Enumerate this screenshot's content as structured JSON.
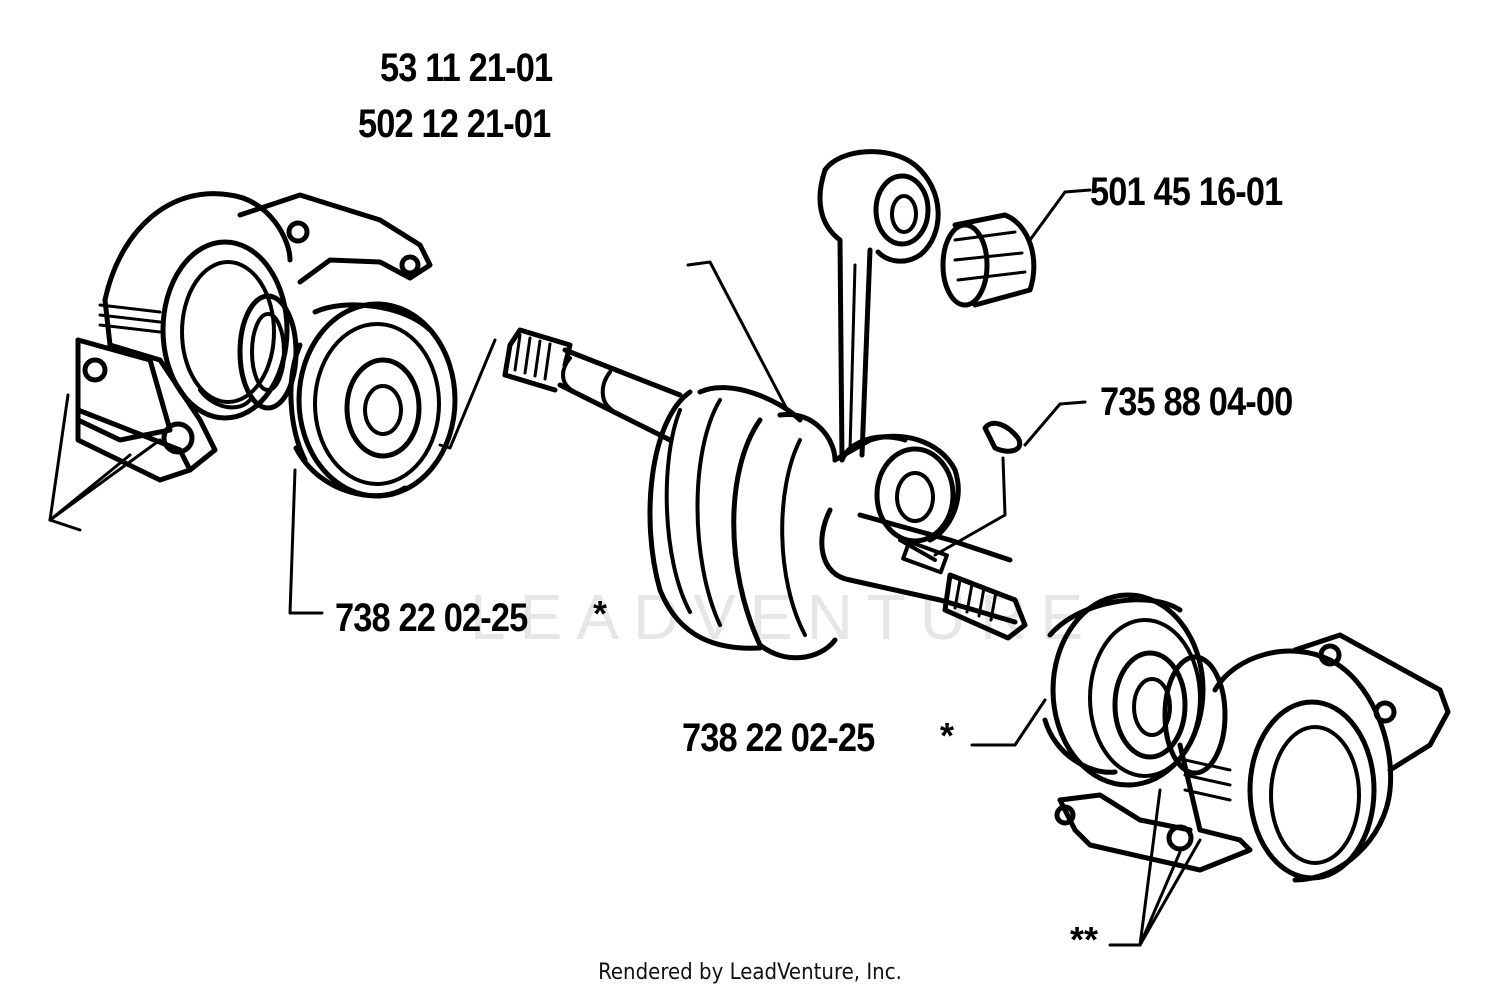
{
  "diagram": {
    "watermark": "LEADVENTURE",
    "labels": {
      "housing_kit_part": "53 11 21-01",
      "housing_part": "502 12 21-01",
      "needle_bearing_part": "501 45 16-01",
      "woodruff_key_part": "735 88 04-00",
      "left_bearing_part": "738 22 02-25",
      "left_bearing_mark": "*",
      "right_bearing_part": "738 22 02-25",
      "right_bearing_mark": "*",
      "right_screws_mark": "**"
    },
    "icons": {
      "left-housing": "left-crankcase-bearing-housing-icon",
      "right-housing": "right-crankcase-bearing-housing-icon",
      "crankshaft": "crankshaft-icon",
      "connecting-rod": "connecting-rod-icon"
    }
  },
  "footer": {
    "credit": "Rendered by LeadVenture, Inc."
  }
}
